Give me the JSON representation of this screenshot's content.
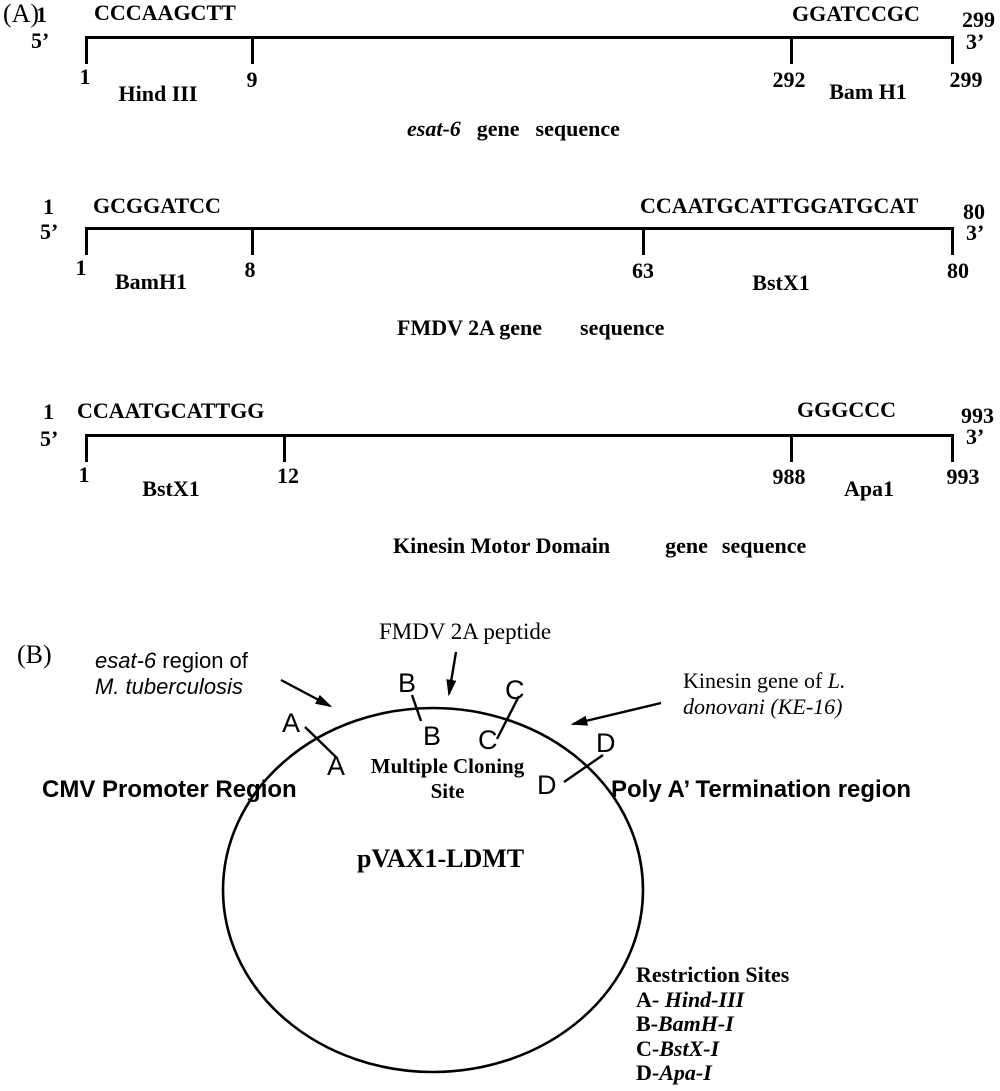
{
  "panel_a": {
    "label": "(A)",
    "diagrams": [
      {
        "start_num": "1",
        "five_prime": "5’",
        "seq_left": "CCCAAGCTT",
        "seq_right": "GGATCCGC",
        "end_num": "299",
        "three_prime": "3’",
        "ticks": [
          "1",
          "9",
          "292",
          "299"
        ],
        "enzyme_left": "Hind III",
        "enzyme_right": "Bam H1",
        "caption": [
          "esat-6",
          "gene",
          "sequence"
        ]
      },
      {
        "start_num": "1",
        "five_prime": "5’",
        "seq_left": "GCGGATCC",
        "seq_right": "CCAATGCATTGGATGCAT",
        "end_num": "80",
        "three_prime": "3’",
        "ticks": [
          "1",
          "8",
          "63",
          "80"
        ],
        "enzyme_left": "BamH1",
        "enzyme_right": "BstX1",
        "caption": [
          "FMDV 2A gene",
          "sequence"
        ]
      },
      {
        "start_num": "1",
        "five_prime": "5’",
        "seq_left": "CCAATGCATTGG",
        "seq_right": "GGGCCC",
        "end_num": "993",
        "three_prime": "3’",
        "ticks": [
          "1",
          "12",
          "988",
          "993"
        ],
        "enzyme_left": "BstX1",
        "enzyme_right": "Apa1",
        "caption": [
          "Kinesin Motor Domain",
          "gene",
          "sequence"
        ]
      }
    ]
  },
  "panel_b": {
    "label": "(B)",
    "plasmid_name": "pVAX1-LDMT",
    "mcs_line1": "Multiple Cloning",
    "mcs_line2": "Site",
    "cmv_label": "CMV Promoter Region",
    "polya_label": "Poly A’ Termination region",
    "esat6_annotation": {
      "line1_italic": "esat-6",
      "line1_rest": " region of",
      "line2": "M. tuberculosis"
    },
    "fmdv_annotation": "FMDV 2A peptide",
    "kinesin_annotation": {
      "line1": "Kinesin gene of ",
      "line1_italic": "L.",
      "line2": "donovani (KE-16)"
    },
    "site_letters": {
      "a": "A",
      "b": "B",
      "c": "C",
      "d": "D"
    },
    "legend": {
      "title": "Restriction Sites",
      "items": [
        {
          "key": "A- ",
          "name": "Hind-III"
        },
        {
          "key": "B-",
          "name": "BamH-I"
        },
        {
          "key": "C-",
          "name": "BstX-I"
        },
        {
          "key": "D-",
          "name": "Apa-I"
        }
      ]
    },
    "colors": {
      "ink": "#000000",
      "background": "#ffffff"
    }
  }
}
